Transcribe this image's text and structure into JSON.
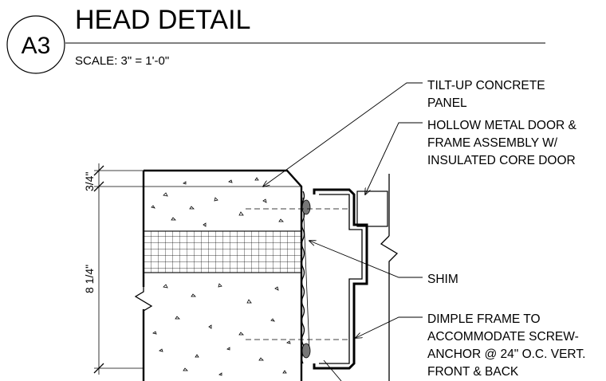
{
  "title_block": {
    "detail_tag": "A3",
    "title": "HEAD DETAIL",
    "scale": "SCALE:  3\" = 1'-0\""
  },
  "notes": {
    "panel_line1": "TILT-UP CONCRETE",
    "panel_line2": "PANEL",
    "door_line1": "HOLLOW METAL DOOR &",
    "door_line2": "FRAME ASSEMBLY W/",
    "door_line3": "INSULATED CORE DOOR",
    "shim": "SHIM",
    "dimple_line1": "DIMPLE FRAME TO",
    "dimple_line2": "ACCOMMODATE SCREW-",
    "dimple_line3": "ANCHOR @ 24\" O.C. VERT.",
    "dimple_line4": "FRONT & BACK"
  },
  "dimensions": {
    "top": "3/4\"",
    "main": "8 1/4\""
  }
}
